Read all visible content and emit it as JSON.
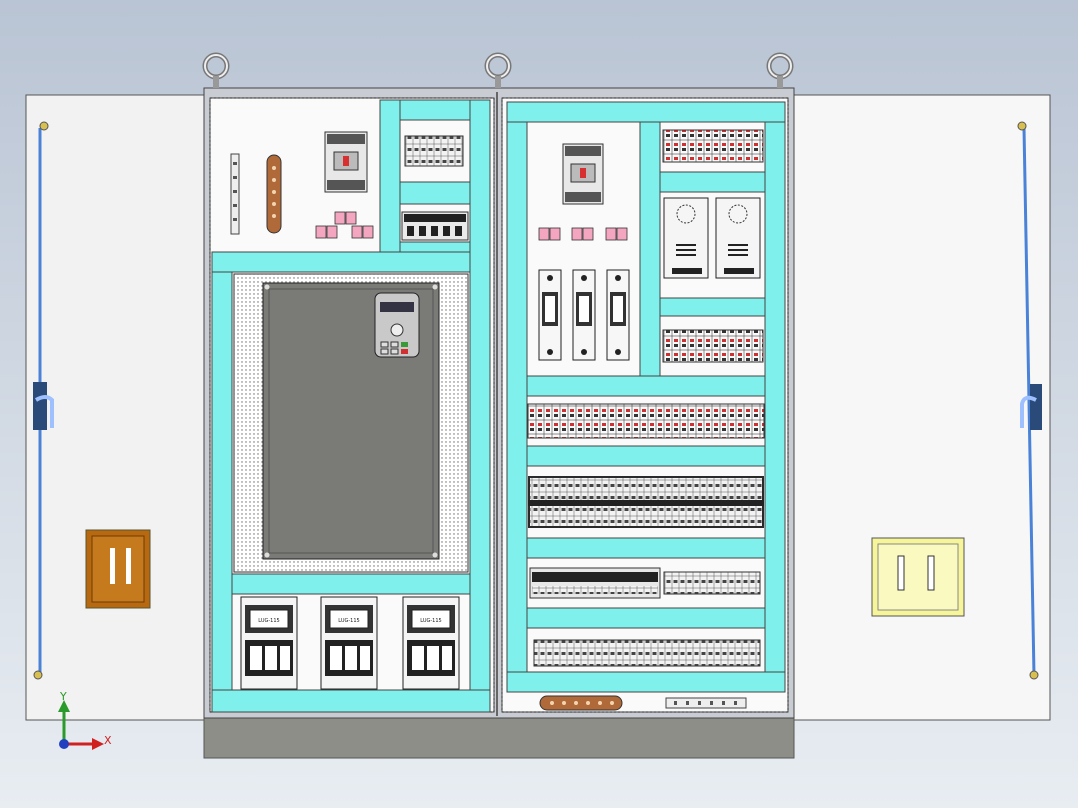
{
  "drawing": {
    "colors": {
      "background_top": "#b9c4d4",
      "background_bottom": "#e8edf2",
      "trunking": "#7ff0ec",
      "cabinet_frame": "#c9cdd3",
      "plinth": "#8e8e88",
      "door_panel": "#f2f2f2",
      "vfd_body": "#7a7a76",
      "copper_bar": "#b06a3a",
      "door_pocket_left": "#b8690f",
      "door_pocket_right": "#f7f59a",
      "relay_pink": "#f4a6c0",
      "handle_blue": "#4a82d8"
    },
    "triad": {
      "x_label": "X",
      "y_label": "Y"
    },
    "contactor_labels": [
      "LUG-115",
      "LUG-115",
      "LUG-115"
    ]
  }
}
